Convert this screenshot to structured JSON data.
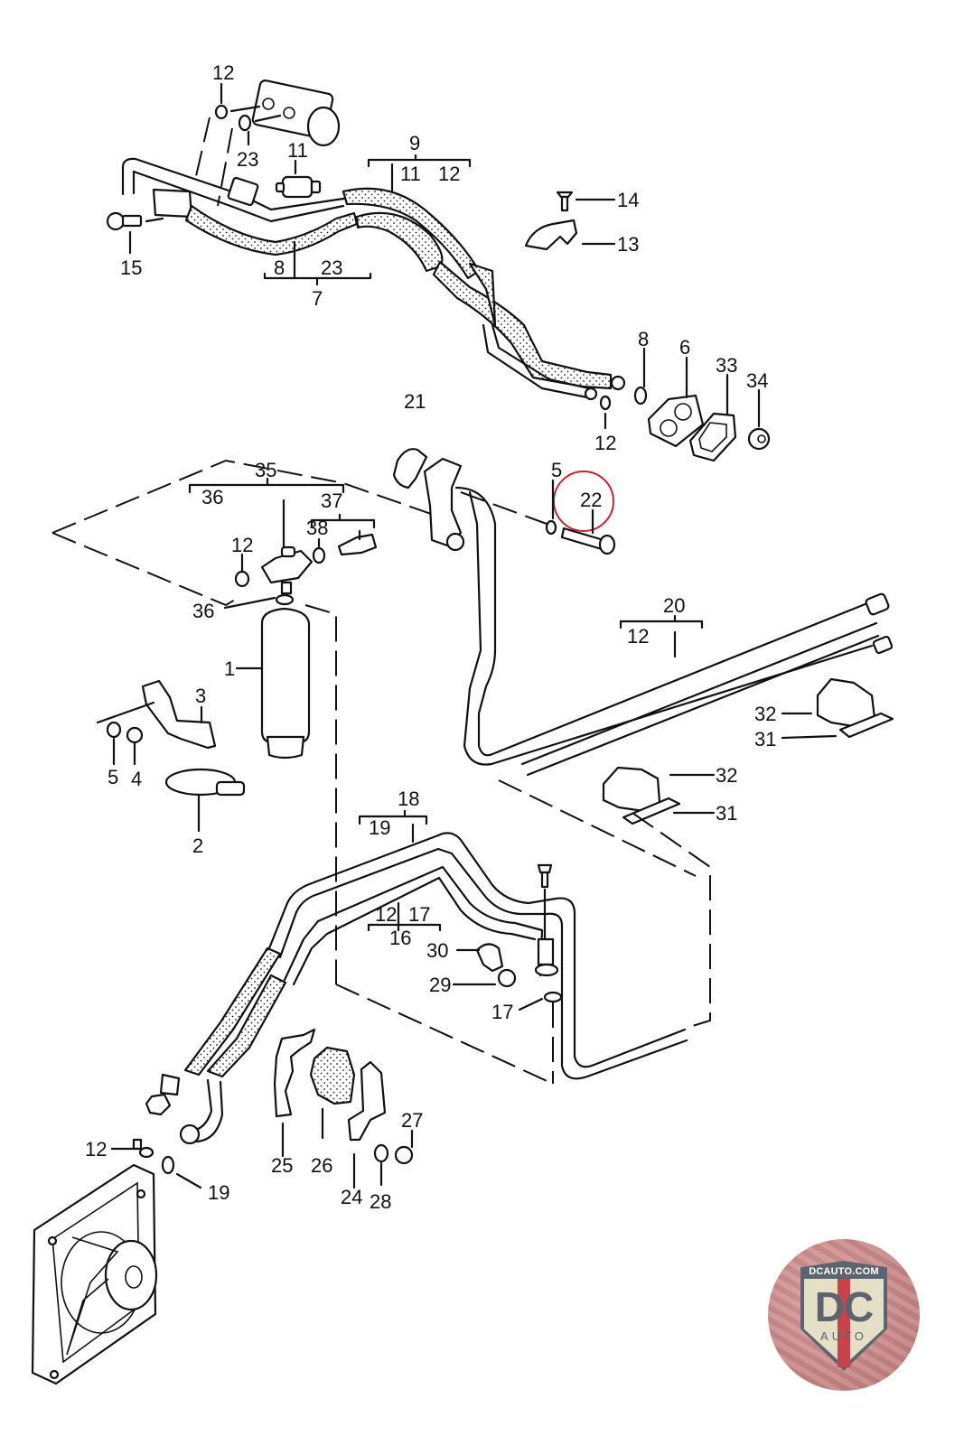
{
  "diagram": {
    "title": "A/C refrigerant lines, receiver-drier and condenser fan (exploded parts view)",
    "highlight_color": "#c8232c",
    "highlighted_part": "22",
    "callouts": [
      {
        "id": "c12a",
        "text": "12"
      },
      {
        "id": "c23a",
        "text": "23"
      },
      {
        "id": "c11a",
        "text": "11"
      },
      {
        "id": "c9",
        "text": "9"
      },
      {
        "id": "c11b",
        "text": "11"
      },
      {
        "id": "c12b",
        "text": "12"
      },
      {
        "id": "c14",
        "text": "14"
      },
      {
        "id": "c13",
        "text": "13"
      },
      {
        "id": "c15",
        "text": "15"
      },
      {
        "id": "c8a",
        "text": "8"
      },
      {
        "id": "c23b",
        "text": "23"
      },
      {
        "id": "c7",
        "text": "7"
      },
      {
        "id": "c8b",
        "text": "8"
      },
      {
        "id": "c6",
        "text": "6"
      },
      {
        "id": "c33",
        "text": "33"
      },
      {
        "id": "c34",
        "text": "34"
      },
      {
        "id": "c12c",
        "text": "12"
      },
      {
        "id": "c21",
        "text": "21"
      },
      {
        "id": "c5a",
        "text": "5"
      },
      {
        "id": "c22",
        "text": "22"
      },
      {
        "id": "c35",
        "text": "35"
      },
      {
        "id": "c36a",
        "text": "36"
      },
      {
        "id": "c37",
        "text": "37"
      },
      {
        "id": "c38",
        "text": "38"
      },
      {
        "id": "c12d",
        "text": "12"
      },
      {
        "id": "c36b",
        "text": "36"
      },
      {
        "id": "c1",
        "text": "1"
      },
      {
        "id": "c3",
        "text": "3"
      },
      {
        "id": "c5b",
        "text": "5"
      },
      {
        "id": "c4",
        "text": "4"
      },
      {
        "id": "c2",
        "text": "2"
      },
      {
        "id": "c20",
        "text": "20"
      },
      {
        "id": "c12e",
        "text": "12"
      },
      {
        "id": "c32a",
        "text": "32"
      },
      {
        "id": "c31a",
        "text": "31"
      },
      {
        "id": "c32b",
        "text": "32"
      },
      {
        "id": "c31b",
        "text": "31"
      },
      {
        "id": "c18",
        "text": "18"
      },
      {
        "id": "c19a",
        "text": "19"
      },
      {
        "id": "c12f",
        "text": "12"
      },
      {
        "id": "c17a",
        "text": "17"
      },
      {
        "id": "c16",
        "text": "16"
      },
      {
        "id": "c30",
        "text": "30"
      },
      {
        "id": "c29",
        "text": "29"
      },
      {
        "id": "c17b",
        "text": "17"
      },
      {
        "id": "c12g",
        "text": "12"
      },
      {
        "id": "c19b",
        "text": "19"
      },
      {
        "id": "c25",
        "text": "25"
      },
      {
        "id": "c26",
        "text": "26"
      },
      {
        "id": "c24",
        "text": "24"
      },
      {
        "id": "c27",
        "text": "27"
      },
      {
        "id": "c28",
        "text": "28"
      }
    ]
  },
  "logo": {
    "website": "DCAUTO.COM",
    "mark": "DC",
    "subtitle": "AUTO",
    "colors": {
      "shield": "#5c6470",
      "stripe": "#c8444a",
      "field": "#e6dfc7",
      "badge_bg": "#c78686"
    }
  }
}
